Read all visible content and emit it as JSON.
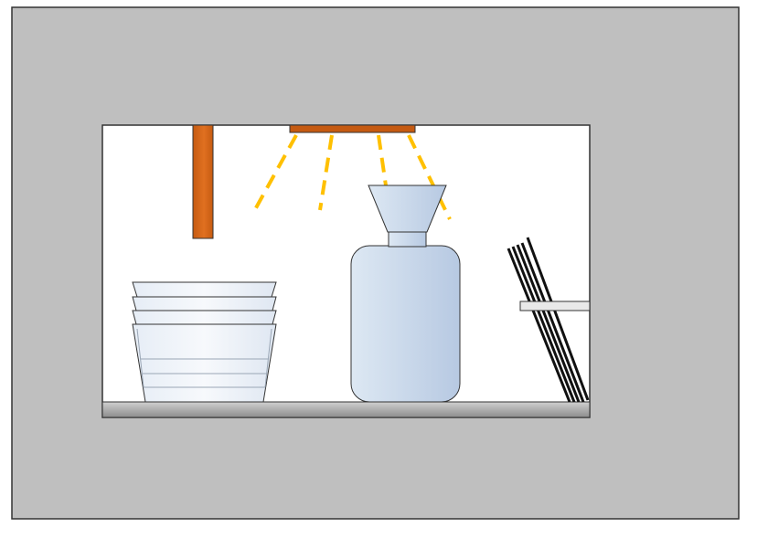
{
  "diagram": {
    "elements": [
      "outer-cabinet",
      "cabinet-opening",
      "heater-bar",
      "heat-rays",
      "pipe",
      "stacked-bowls",
      "bottle",
      "funnel",
      "rack-rail",
      "black-rods",
      "shelf-floor"
    ],
    "colors": {
      "cabinet": "#bfbfbf",
      "interior": "#ffffff",
      "outline": "#333333",
      "heater": "#c55a11",
      "heater_light": "#e07020",
      "rays": "#ffc000",
      "bottle_light": "#dde8f3",
      "bottle_dark": "#b7c9e2",
      "bowl": "#eef3f9",
      "rods": "#111111",
      "shelf_light": "#d0d0d0",
      "shelf_dark": "#8c8c8c"
    }
  }
}
